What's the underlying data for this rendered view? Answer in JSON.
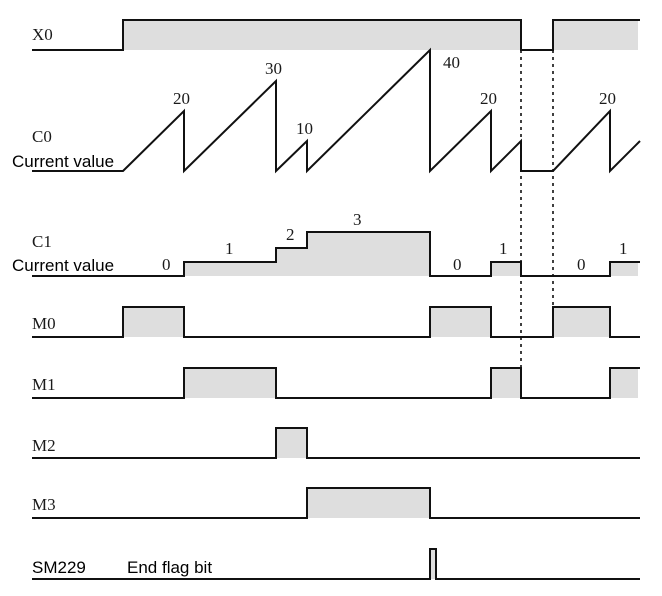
{
  "signals": {
    "x0": "X0",
    "c0": "C0",
    "c1": "C1",
    "m0": "M0",
    "m1": "M1",
    "m2": "M2",
    "m3": "M3",
    "sm229": "SM229"
  },
  "current_value_label": "Current value",
  "end_flag_label": "End flag bit",
  "c0_values": [
    "20",
    "30",
    "10",
    "40",
    "20",
    "20"
  ],
  "c1_values": [
    "0",
    "1",
    "2",
    "3",
    "0",
    "1",
    "0",
    "1"
  ],
  "colors": {
    "waveform": "#111111",
    "high_fill": "#dedede",
    "background": "#ffffff"
  }
}
